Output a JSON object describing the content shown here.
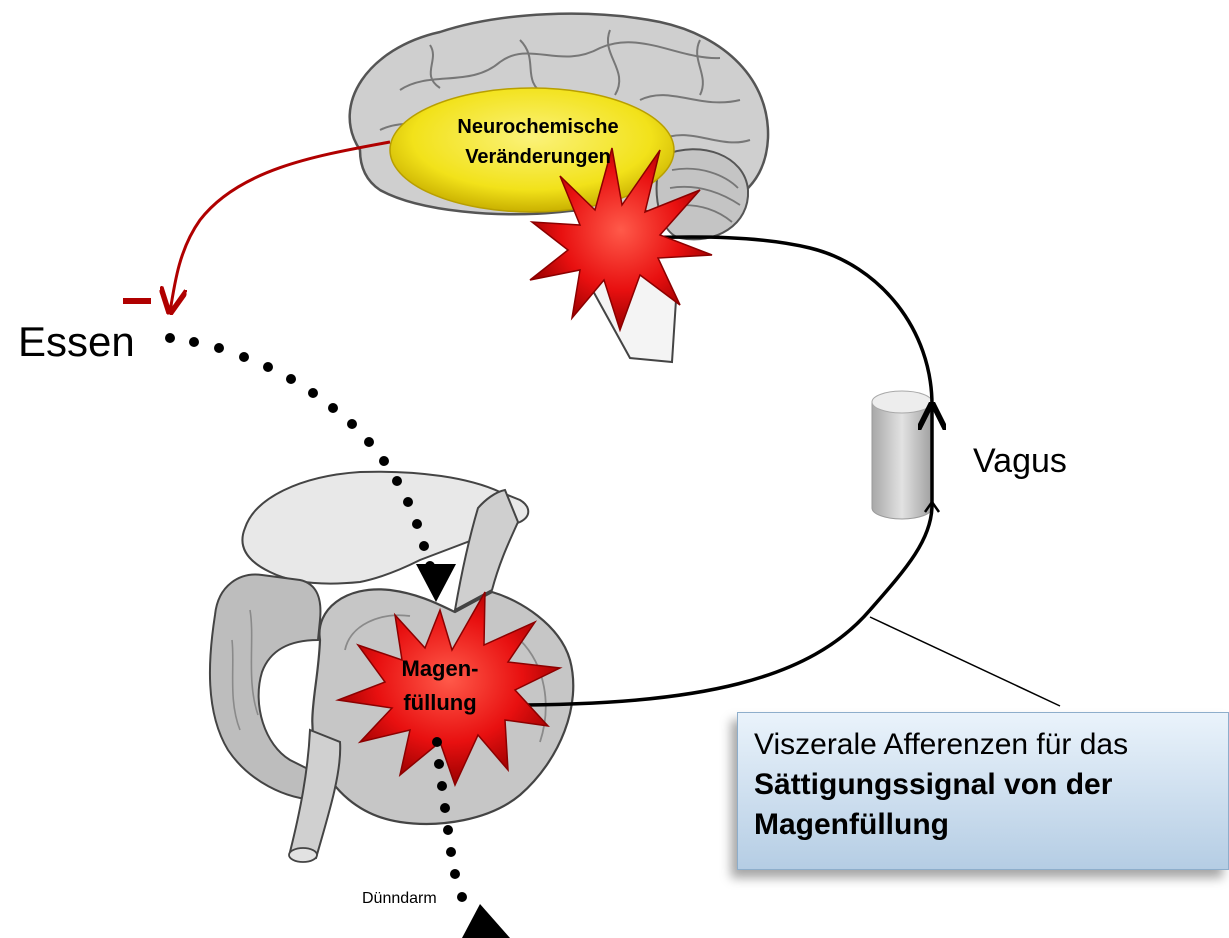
{
  "labels": {
    "essen": "Essen",
    "vagus": "Vagus",
    "duenndarm": "Dünndarm",
    "neuro_line1": "Neurochemische",
    "neuro_line2": "Veränderungen",
    "magen_line1": "Magen-",
    "magen_line2": "füllung"
  },
  "callout": {
    "line1": "Viszerale Afferenzen für das",
    "bold_line1": "Sättigungssignal von der",
    "bold_line2": "Magenfüllung"
  },
  "symbols": {
    "inhibition": "–"
  },
  "icons": [
    "brain-illustration",
    "stomach-illustration",
    "vagus-nerve-cylinder",
    "starburst-icon"
  ],
  "colors": {
    "inhibition_arrow": "#b00000",
    "starburst": "#e81010",
    "ellipse": "#f2e21a",
    "callout_top": "#eaf3fb",
    "callout_bottom": "#b5cde4"
  }
}
